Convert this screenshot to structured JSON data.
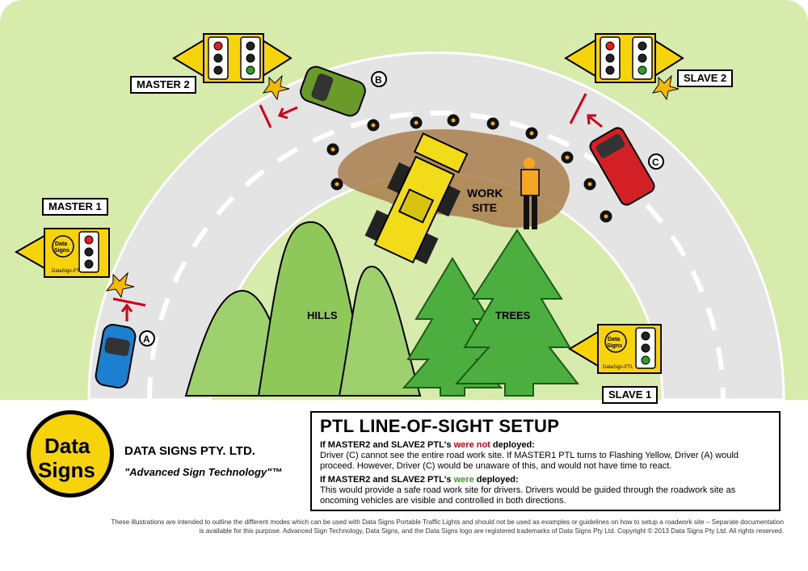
{
  "labels": {
    "master1": "MASTER 1",
    "master2": "MASTER 2",
    "slave1": "SLAVE 1",
    "slave2": "SLAVE 2",
    "driver_a": "A",
    "driver_b": "B",
    "driver_c": "C",
    "hills": "HILLS",
    "trees": "TREES",
    "work_line1": "WORK",
    "work_line2": "SITE",
    "ptl_brand": "DataSign-PTL",
    "ptl_logo_line1": "Data",
    "ptl_logo_line2": "Signs"
  },
  "info": {
    "title": "PTL LINE-OF-SIGHT SETUP",
    "case1_prefix": "If MASTER2 and SLAVE2 PTL's ",
    "case1_emph": "were not",
    "case1_suffix": " deployed:",
    "case1_text": "Driver (C) cannot see the entire road work site. If MASTER1 PTL turns to Flashing Yellow, Driver (A) would proceed. However, Driver (C) would be unaware of this, and would not have time to react.",
    "case2_prefix": "If MASTER2 and SLAVE2 PTL's ",
    "case2_emph": "were",
    "case2_suffix": " deployed:",
    "case2_text": "This would provide a safe road work site for drivers. Drivers would be guided through the roadwork site as oncoming vehicles are visible and controlled in both directions."
  },
  "brand": {
    "logo_line1": "Data",
    "logo_line2": "Signs",
    "company": "DATA SIGNS PTY. LTD.",
    "slogan": "\"Advanced Sign Technology\"™"
  },
  "footer": "These illustrations are intended to outline the different modes which can be used with Data Signs Portable Traffic Lights and should not be used as examples or guidelines on how to setup a roadwork site – Separate documentation is available for this purpose. Advanced Sign Technology, Data Signs, and the Data Signs logo are registered trademarks of Data Signs Pty Ltd. Copyright © 2013 Data Signs Pty Ltd. All rights reserved.",
  "colors": {
    "grass": "#d4e8a8",
    "road": "#e6e6e6",
    "hill": "#9fd06e",
    "tree": "#4cae3e",
    "trailer": "#f6d30a",
    "car_a": "#1c7fcf",
    "car_b": "#6a9a2a",
    "car_c": "#d31f26",
    "loader": "#f2dc1a",
    "dirt": "#a97c4c"
  }
}
